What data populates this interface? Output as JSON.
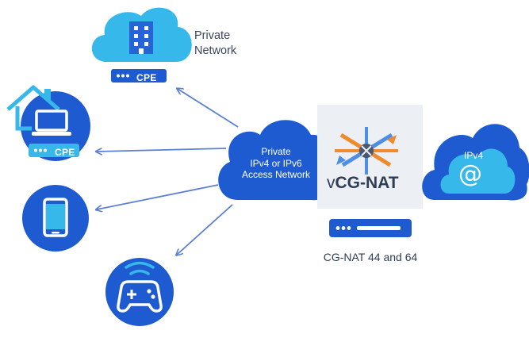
{
  "private_network": {
    "line1": "Private",
    "line2": "Network"
  },
  "cpe_label": "CPE",
  "access_network": {
    "line1": "Private",
    "line2": "IPv4 or IPv6",
    "line3": "Access Network"
  },
  "ipv4_cloud": {
    "label": "IPv4",
    "symbol": "@"
  },
  "vcgnat": {
    "prefix": "v",
    "name": "CG-NAT"
  },
  "server_caption": "CG-NAT 44 and 64",
  "icons": [
    "office-building-icon",
    "home-laptop-icon",
    "smartphone-icon",
    "game-controller-icon",
    "cgnat-translation-icon",
    "server-icon"
  ],
  "colors": {
    "cloud_light": "#36b8ea",
    "cloud_dark": "#1e5bd0",
    "circle_blue": "#1e5bd0",
    "arrow": "#5b7fd6",
    "panel": "#eceff3",
    "server": "#1e5bd0",
    "nat_orange": "#f08a2a",
    "nat_blue": "#4e8ee6"
  }
}
